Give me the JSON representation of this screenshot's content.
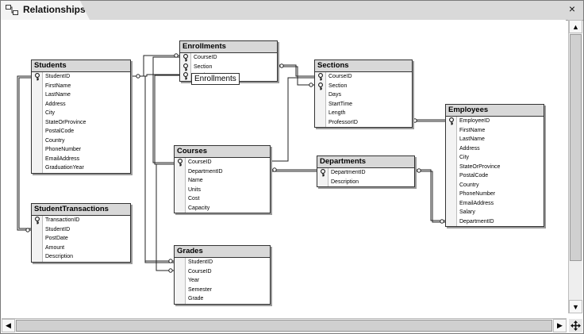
{
  "window": {
    "tab_title": "Relationships",
    "close_glyph": "×"
  },
  "tooltip": "Enrollments",
  "tables": [
    {
      "id": "students",
      "name": "Students",
      "fields": [
        {
          "label": "StudentID",
          "key": true
        },
        {
          "label": "FirstName",
          "key": false
        },
        {
          "label": "LastName",
          "key": false
        },
        {
          "label": "Address",
          "key": false
        },
        {
          "label": "City",
          "key": false
        },
        {
          "label": "StateOrProvince",
          "key": false
        },
        {
          "label": "PostalCode",
          "key": false
        },
        {
          "label": "Country",
          "key": false
        },
        {
          "label": "PhoneNumber",
          "key": false
        },
        {
          "label": "EmailAddress",
          "key": false
        },
        {
          "label": "GraduationYear",
          "key": false
        }
      ]
    },
    {
      "id": "studenttransactions",
      "name": "StudentTransactions",
      "fields": [
        {
          "label": "TransactionID",
          "key": true
        },
        {
          "label": "StudentID",
          "key": false
        },
        {
          "label": "PostDate",
          "key": false
        },
        {
          "label": "Amount",
          "key": false
        },
        {
          "label": "Description",
          "key": false
        }
      ]
    },
    {
      "id": "enrollments",
      "name": "Enrollments",
      "fields": [
        {
          "label": "CourseID",
          "key": true
        },
        {
          "label": "Section",
          "key": true
        },
        {
          "label": "StudentID",
          "key": true
        }
      ]
    },
    {
      "id": "courses",
      "name": "Courses",
      "fields": [
        {
          "label": "CourseID",
          "key": true
        },
        {
          "label": "DepartmentID",
          "key": false
        },
        {
          "label": "Name",
          "key": false
        },
        {
          "label": "Units",
          "key": false
        },
        {
          "label": "Cost",
          "key": false
        },
        {
          "label": "Capacity",
          "key": false
        }
      ]
    },
    {
      "id": "grades",
      "name": "Grades",
      "fields": [
        {
          "label": "StudentID",
          "key": false
        },
        {
          "label": "CourseID",
          "key": false
        },
        {
          "label": "Year",
          "key": false
        },
        {
          "label": "Semester",
          "key": false
        },
        {
          "label": "Grade",
          "key": false
        }
      ]
    },
    {
      "id": "sections",
      "name": "Sections",
      "fields": [
        {
          "label": "CourseID",
          "key": true
        },
        {
          "label": "Section",
          "key": true
        },
        {
          "label": "Days",
          "key": false
        },
        {
          "label": "StartTime",
          "key": false
        },
        {
          "label": "Length",
          "key": false
        },
        {
          "label": "ProfessorID",
          "key": false
        }
      ]
    },
    {
      "id": "departments",
      "name": "Departments",
      "fields": [
        {
          "label": "DepartmentID",
          "key": true
        },
        {
          "label": "Description",
          "key": false
        }
      ]
    },
    {
      "id": "employees",
      "name": "Employees",
      "fields": [
        {
          "label": "EmployeeID",
          "key": true
        },
        {
          "label": "FirstName",
          "key": false
        },
        {
          "label": "LastName",
          "key": false
        },
        {
          "label": "Address",
          "key": false
        },
        {
          "label": "City",
          "key": false
        },
        {
          "label": "StateOrProvince",
          "key": false
        },
        {
          "label": "PostalCode",
          "key": false
        },
        {
          "label": "Country",
          "key": false
        },
        {
          "label": "PhoneNumber",
          "key": false
        },
        {
          "label": "EmailAddress",
          "key": false
        },
        {
          "label": "Salary",
          "key": false
        },
        {
          "label": "DepartmentID",
          "key": false
        }
      ]
    }
  ],
  "icons": {
    "key": "key-icon",
    "tab": "relationships-icon",
    "resize": "move-grip-icon"
  }
}
